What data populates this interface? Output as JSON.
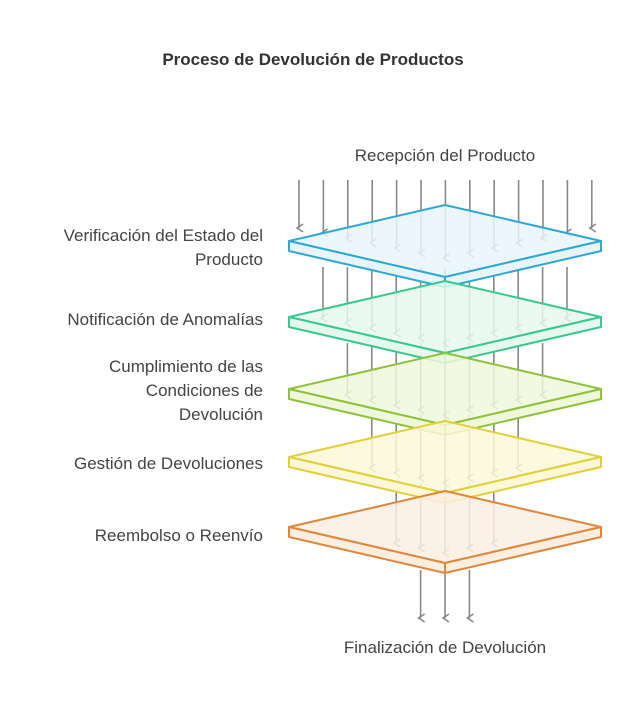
{
  "title": "Proceso de Devolución de Productos",
  "input_label": "Recepción del Producto",
  "output_label": "Finalización de Devolución",
  "layers": [
    {
      "line1": "Verificación del Estado del",
      "line2": "Producto",
      "line3": "",
      "stroke": "#2ea8d8",
      "fill": "#e8f6fc",
      "arrows": 13
    },
    {
      "line1": "Notificación de Anomalías",
      "line2": "",
      "line3": "",
      "stroke": "#38c98e",
      "fill": "#e6f8ef",
      "arrows": 11
    },
    {
      "line1": "Cumplimiento de las",
      "line2": "Condiciones de",
      "line3": "Devolución",
      "stroke": "#8fc23a",
      "fill": "#f0f8dc",
      "arrows": 9
    },
    {
      "line1": "Gestión de Devoluciones",
      "line2": "",
      "line3": "",
      "stroke": "#e3cf3a",
      "fill": "#fcf8d8",
      "arrows": 7
    },
    {
      "line1": "Reembolso o Reenvío",
      "line2": "",
      "line3": "",
      "stroke": "#e0873a",
      "fill": "#fcefe2",
      "arrows": 5
    }
  ],
  "final_arrows": 3,
  "arrow_color": "#888888"
}
